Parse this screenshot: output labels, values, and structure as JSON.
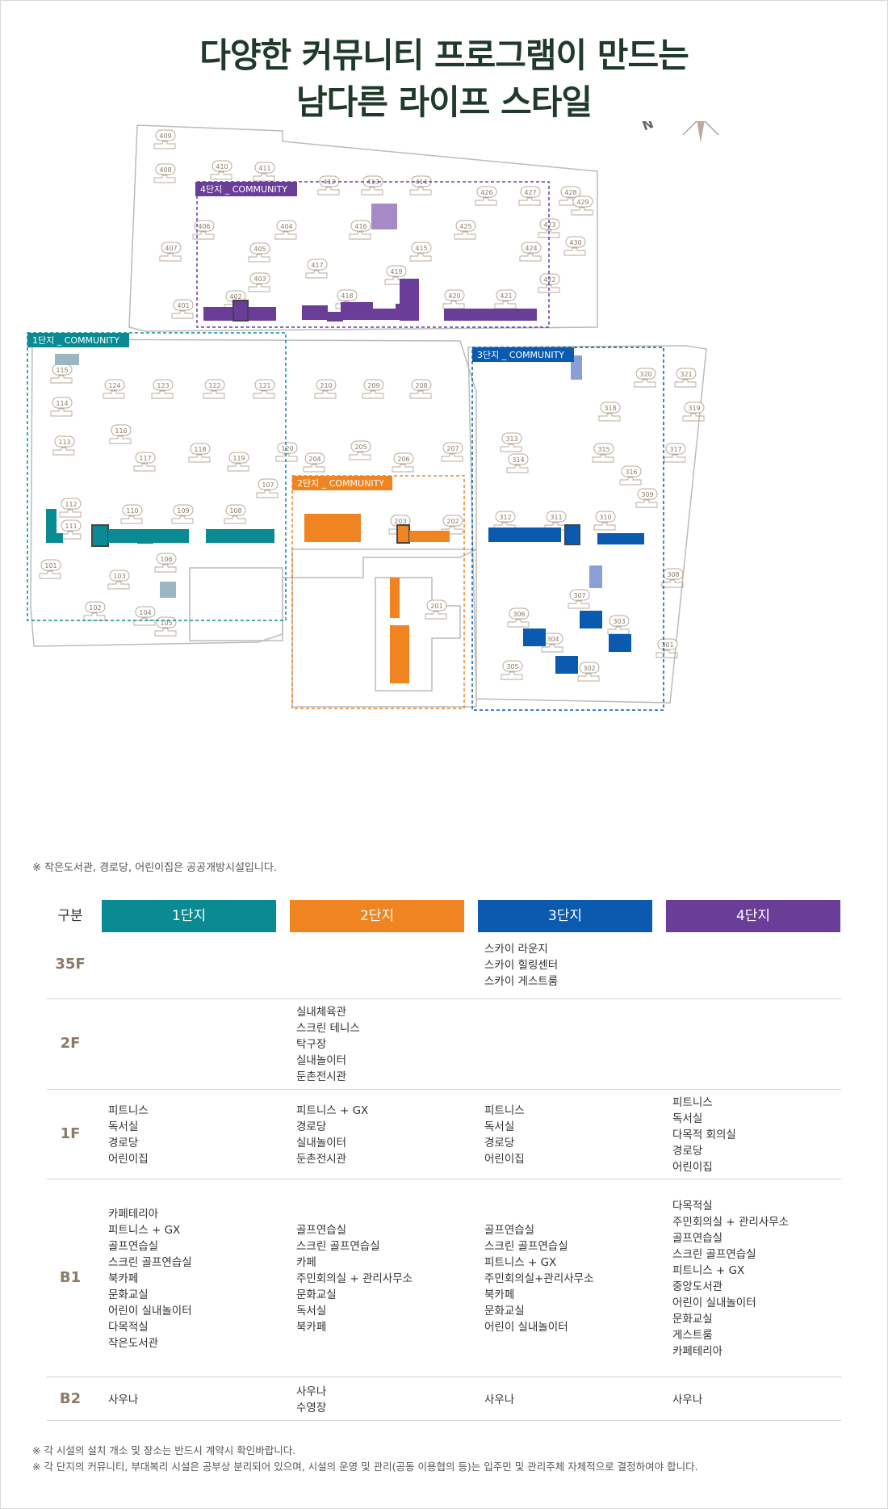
{
  "title": {
    "line1": "다양한 커뮤니티 프로그램이 만드는",
    "line2": "남다른 라이프 스타일"
  },
  "zones": {
    "z1": {
      "label": "1단지 _ COMMUNITY",
      "color": "#0a8a92"
    },
    "z2": {
      "label": "2단지 _ COMMUNITY",
      "color": "#f08420"
    },
    "z3": {
      "label": "3단지 _ COMMUNITY",
      "color": "#0a5bb0"
    },
    "z4": {
      "label": "4단지 _ COMMUNITY",
      "color": "#6a3d99"
    }
  },
  "buildings": [
    "409",
    "408",
    "410",
    "411",
    "412",
    "413",
    "414",
    "426",
    "427",
    "428",
    "429",
    "406",
    "404",
    "416",
    "425",
    "430",
    "407",
    "405",
    "415",
    "424",
    "417",
    "403",
    "419",
    "401",
    "402",
    "418",
    "420",
    "421",
    "422",
    "423",
    "115",
    "114",
    "124",
    "123",
    "122",
    "121",
    "210",
    "209",
    "208",
    "116",
    "113",
    "117",
    "118",
    "119",
    "120",
    "204",
    "205",
    "206",
    "207",
    "107",
    "112",
    "110",
    "109",
    "108",
    "203",
    "202",
    "111",
    "101",
    "106",
    "103",
    "102",
    "104",
    "105",
    "201",
    "320",
    "321",
    "318",
    "319",
    "313",
    "315",
    "317",
    "314",
    "316",
    "309",
    "312",
    "311",
    "310",
    "308",
    "307",
    "306",
    "303",
    "304",
    "301",
    "305",
    "302"
  ],
  "notes": {
    "public": "※ 작은도서관, 경로당, 어린이집은 공공개방시설입니다.",
    "foot1": "※ 각 시설의 설치 개소 및 장소는 반드시 계약시 확인바랍니다.",
    "foot2": "※ 각 단지의 커뮤니티, 부대복리 시설은 공부상 분리되어 있으며, 시설의 운영 및 관리(공동 이용협의 등)는 입주민 및 관리주체 자체적으로 결정하여야 합니다."
  },
  "table": {
    "header_label": "구분",
    "columns": [
      {
        "label": "1단지",
        "color": "#0a8a92"
      },
      {
        "label": "2단지",
        "color": "#f08420"
      },
      {
        "label": "3단지",
        "color": "#0a5bb0"
      },
      {
        "label": "4단지",
        "color": "#6a3d99"
      }
    ],
    "rows": [
      {
        "floor": "35F",
        "cells": [
          [],
          [],
          [
            "스카이 라운지",
            "스카이 힐링센터",
            "스카이 게스트룸"
          ],
          []
        ]
      },
      {
        "floor": "2F",
        "cells": [
          [],
          [
            "실내체육관",
            "스크린 테니스",
            "탁구장",
            "실내놀이터",
            "둔촌전시관"
          ],
          [],
          []
        ]
      },
      {
        "floor": "1F",
        "cells": [
          [
            "피트니스",
            "독서실",
            "경로당",
            "어린이집"
          ],
          [
            "피트니스 + GX",
            "경로당",
            "실내놀이터",
            "둔촌전시관"
          ],
          [
            "피트니스",
            "독서실",
            "경로당",
            "어린이집"
          ],
          [
            "피트니스",
            "독서실",
            "다목적 회의실",
            "경로당",
            "어린이집"
          ]
        ]
      },
      {
        "floor": "B1",
        "cells": [
          [
            "카페테리아",
            "피트니스 + GX",
            "골프연습실",
            "스크린 골프연습실",
            "북카페",
            "문화교실",
            "어린이 실내놀이터",
            "다목적실",
            "작은도서관"
          ],
          [
            "골프연습실",
            "스크린 골프연습실",
            "카페",
            "주민회의실 + 관리사무소",
            "문화교실",
            "독서실",
            "북카페"
          ],
          [
            "골프연습실",
            "스크린 골프연습실",
            "피트니스 + GX",
            "주민회의실+관리사무소",
            "북카페",
            "문화교실",
            "어린이 실내놀이터"
          ],
          [
            "다목적실",
            "주민회의실 + 관리사무소",
            "골프연습실",
            "스크린 골프연습실",
            "피트니스 + GX",
            "중앙도서관",
            "어린이 실내놀이터",
            "문화교실",
            "게스트룸",
            "카페테리아"
          ]
        ]
      },
      {
        "floor": "B2",
        "cells": [
          [
            "사우나"
          ],
          [
            "사우나",
            "수영장"
          ],
          [
            "사우나"
          ],
          [
            "사우나"
          ]
        ]
      }
    ]
  }
}
